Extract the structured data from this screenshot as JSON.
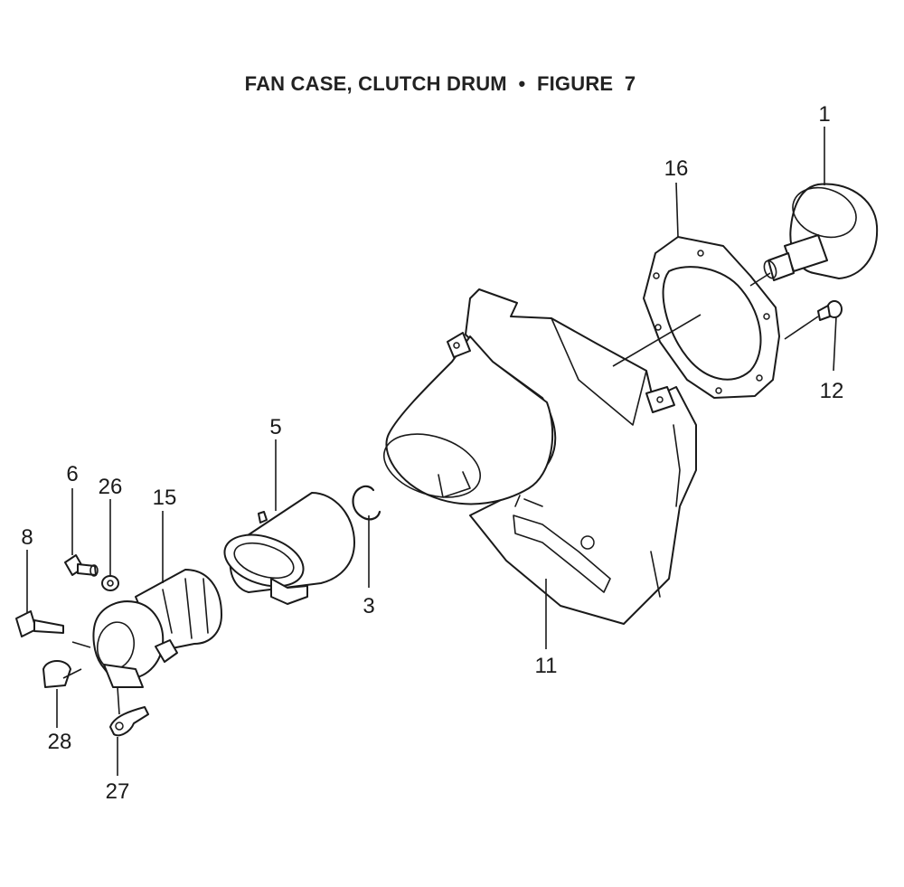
{
  "title": "FAN CASE, CLUTCH DRUM  •  FIGURE  7",
  "callouts": {
    "c1": "1",
    "c16": "16",
    "c12": "12",
    "c5": "5",
    "c11": "11",
    "c3": "3",
    "c6": "6",
    "c26": "26",
    "c15": "15",
    "c8": "8",
    "c28": "28",
    "c27": "27"
  }
}
